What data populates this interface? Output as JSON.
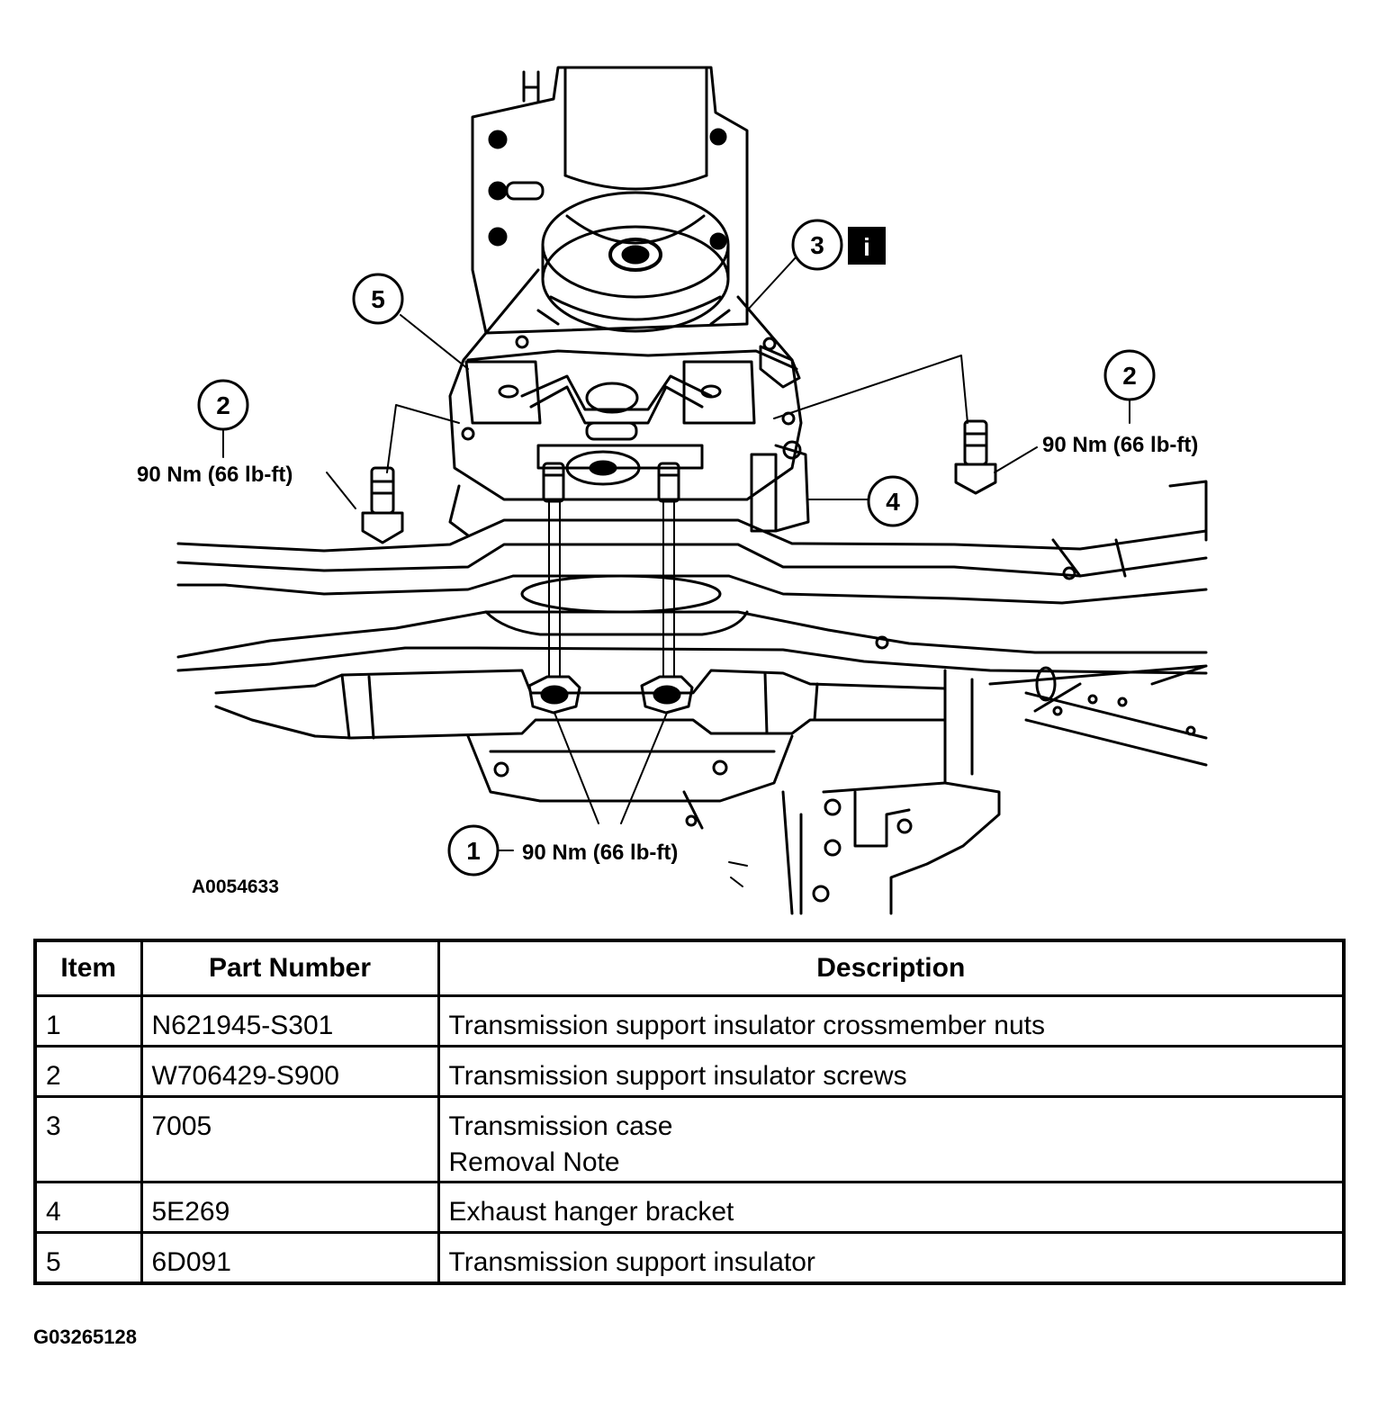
{
  "diagram": {
    "callouts": [
      {
        "id": "callout-1",
        "number": "1",
        "torque": "90 Nm (66 lb-ft)"
      },
      {
        "id": "callout-2-left",
        "number": "2",
        "torque": "90 Nm (66 lb-ft)"
      },
      {
        "id": "callout-2-right",
        "number": "2",
        "torque": "90 Nm (66 lb-ft)"
      },
      {
        "id": "callout-3",
        "number": "3",
        "info_icon": "i"
      },
      {
        "id": "callout-4",
        "number": "4"
      },
      {
        "id": "callout-5",
        "number": "5"
      }
    ],
    "figure_id": "A0054633"
  },
  "table": {
    "headers": {
      "item": "Item",
      "part_number": "Part Number",
      "description": "Description"
    },
    "rows": [
      {
        "item": "1",
        "part_number": "N621945-S301",
        "description": [
          "Transmission support insulator crossmember nuts"
        ]
      },
      {
        "item": "2",
        "part_number": "W706429-S900",
        "description": [
          "Transmission support insulator screws"
        ]
      },
      {
        "item": "3",
        "part_number": "7005",
        "description": [
          "Transmission case",
          "Removal Note"
        ]
      },
      {
        "item": "4",
        "part_number": "5E269",
        "description": [
          "Exhaust hanger bracket"
        ]
      },
      {
        "item": "5",
        "part_number": "6D091",
        "description": [
          "Transmission support insulator"
        ]
      }
    ]
  },
  "footer_id": "G03265128"
}
